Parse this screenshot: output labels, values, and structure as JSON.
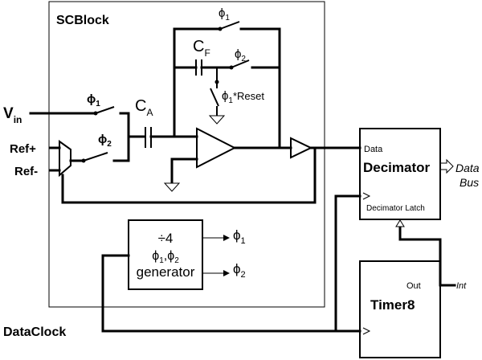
{
  "colors": {
    "ink": "#000000",
    "background": "#ffffff",
    "bus_fill": "#ffffff"
  },
  "scblock": {
    "title": "SCBlock"
  },
  "inputs": {
    "vin_main": "V",
    "vin_sub": "in",
    "ref_plus": "Ref+",
    "ref_minus": "Ref-",
    "data_clock": "DataClock"
  },
  "switches": {
    "top_phi": "ϕ",
    "top_phi_sub": "1",
    "cf_phi": "ϕ",
    "cf_phi_sub": "2",
    "reset_phi": "ϕ",
    "reset_phi_sub": "1",
    "reset_suffix": "*Reset",
    "in_phi": "ϕ",
    "in_phi_sub": "1",
    "ref_phi": "ϕ",
    "ref_phi_sub": "2"
  },
  "capacitors": {
    "cf_main": "C",
    "cf_sub": "F",
    "ca_main": "C",
    "ca_sub": "A"
  },
  "generator": {
    "divider": "÷4",
    "phases_line": "ϕ",
    "phases_sub1": "1",
    "phases_comma": ",ϕ",
    "phases_sub2": "2",
    "label": "generator",
    "out1_phi": "ϕ",
    "out1_sub": "1",
    "out2_phi": "ϕ",
    "out2_sub": "2"
  },
  "decimator": {
    "title": "Decimator",
    "data_port": "Data",
    "latch_port": "Decimator Latch"
  },
  "timer": {
    "title": "Timer8",
    "out_port": "Out",
    "int_label": "Int"
  },
  "data_bus": {
    "line1": "Data",
    "line2": "Bus"
  }
}
